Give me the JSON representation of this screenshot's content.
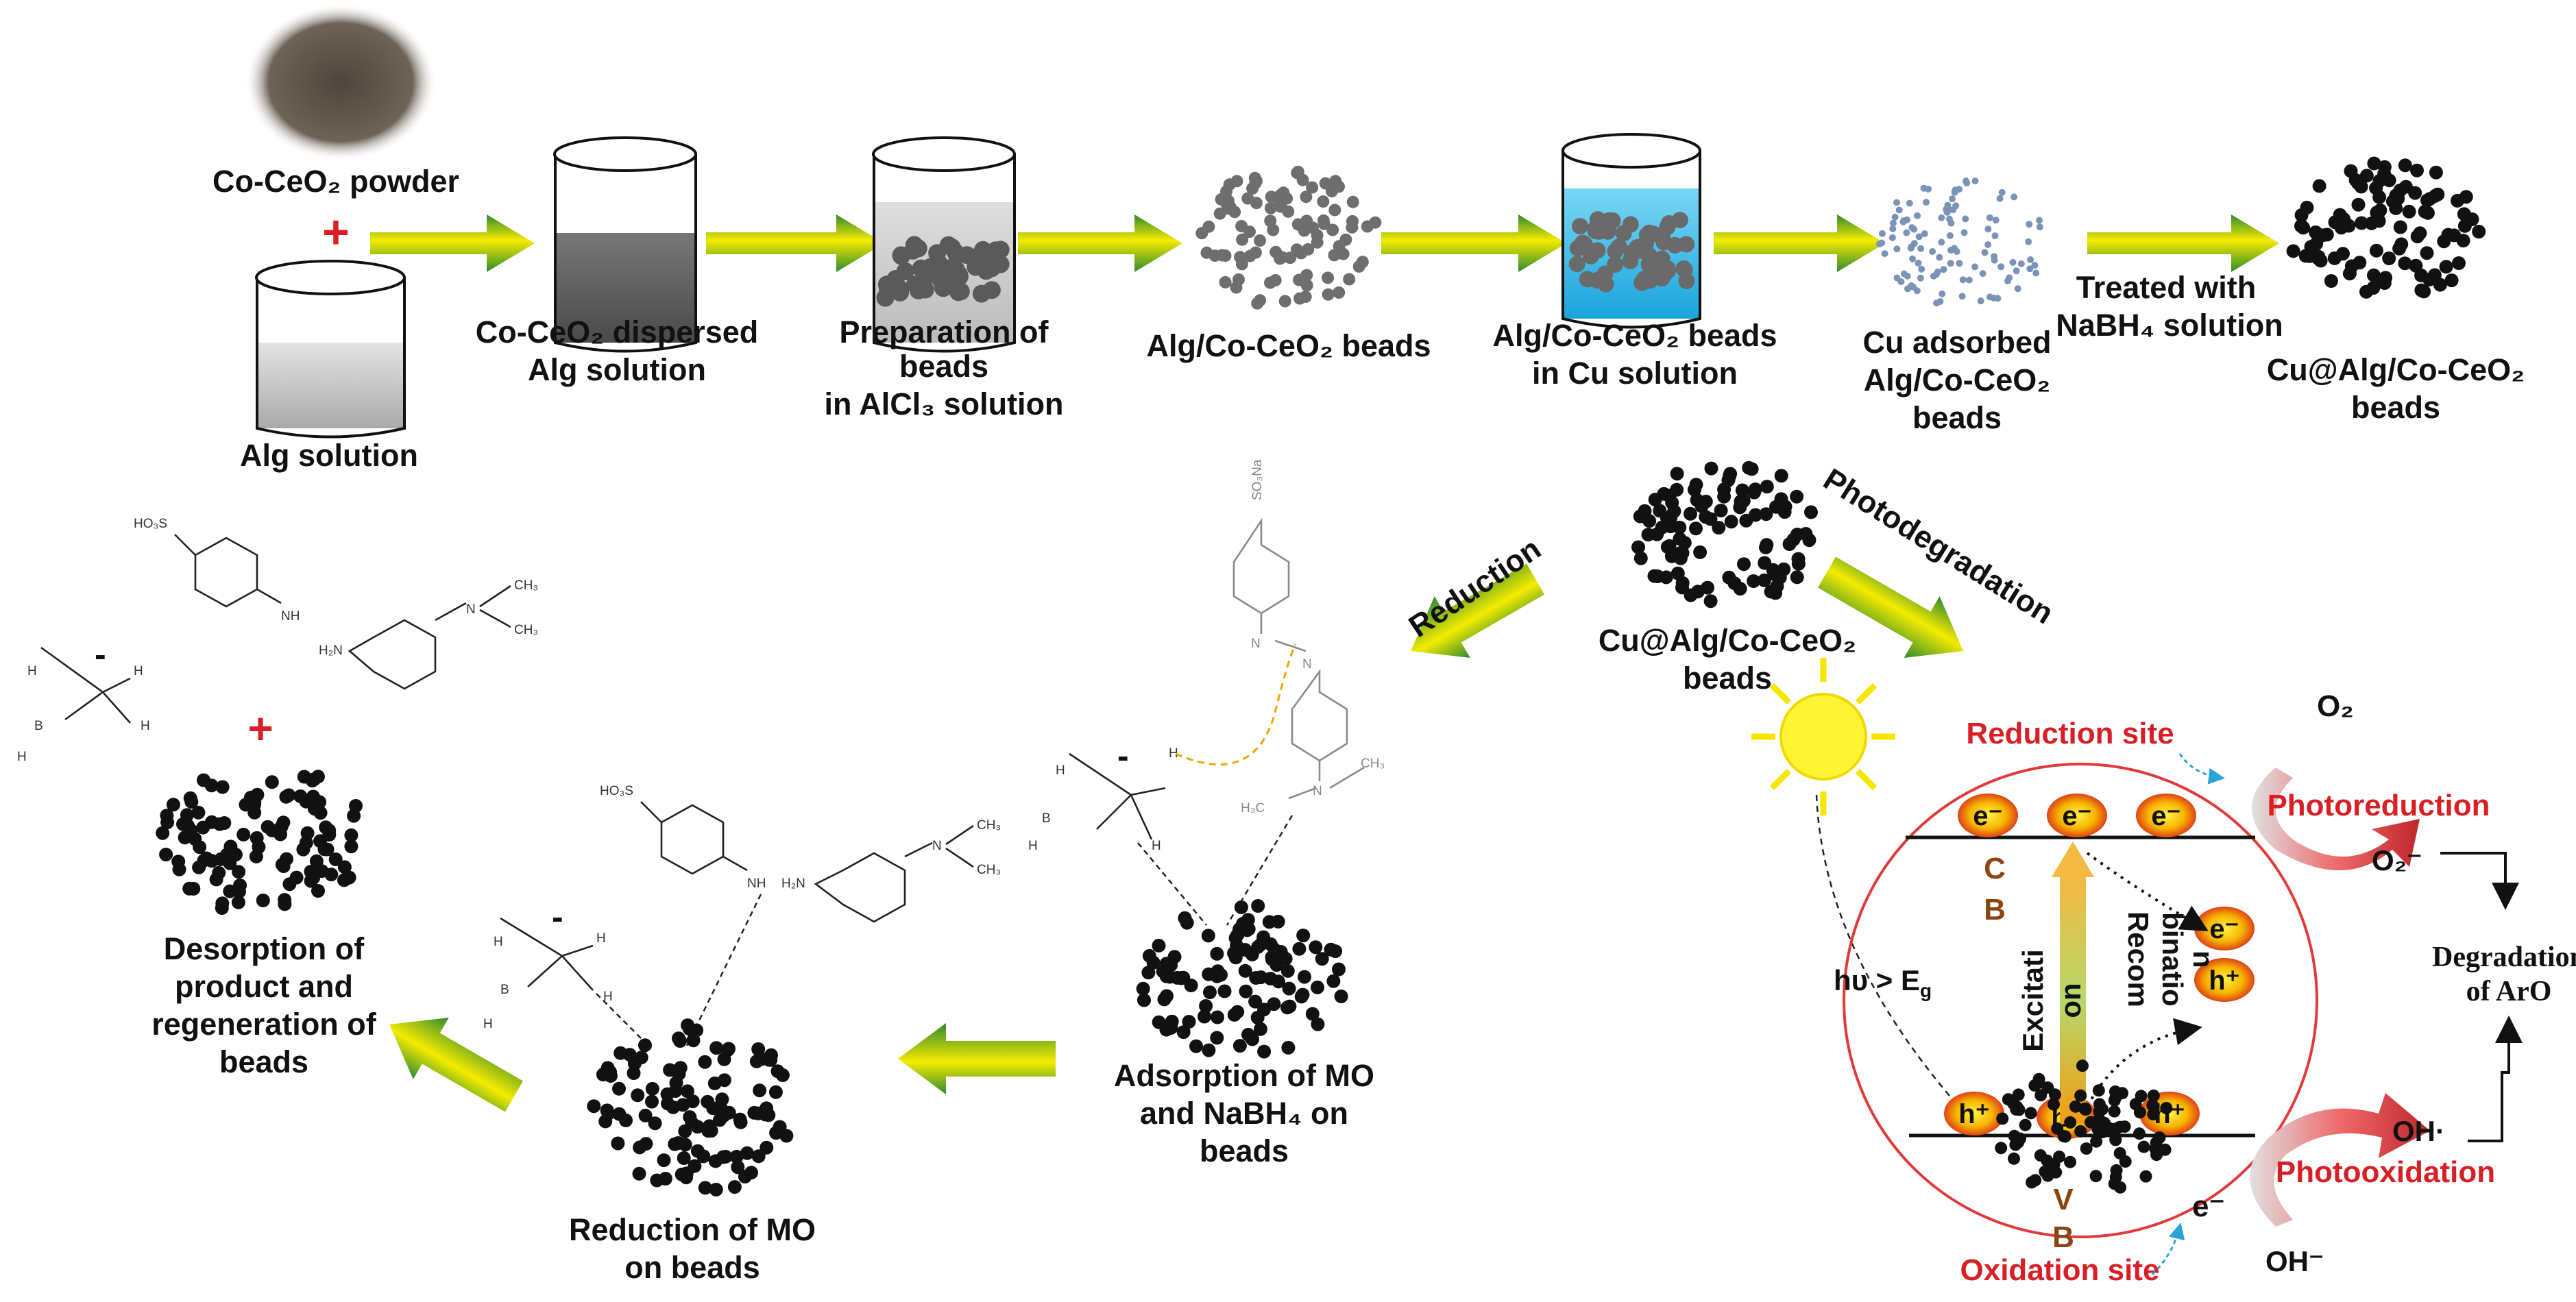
{
  "top_row": {
    "powder": "Co-CeO₂ powder",
    "plus": "+",
    "alg_solution": "Alg solution",
    "dispersed": [
      "Co-CeO₂ dispersed",
      "Alg solution"
    ],
    "preparation": [
      "Preparation of",
      "beads",
      "in AlCl₃ solution"
    ],
    "alg_beads": "Alg/Co-CeO₂ beads",
    "in_cu": [
      "Alg/Co-CeO₂ beads",
      "in Cu solution"
    ],
    "cu_adsorbed": [
      "Cu adsorbed",
      "Alg/Co-CeO₂",
      "beads"
    ],
    "treated": [
      "Treated with",
      "NaBH₄ solution"
    ],
    "final": [
      "Cu@Alg/Co-CeO₂",
      "beads"
    ]
  },
  "center": {
    "catalyst": [
      "Cu@Alg/Co-CeO₂",
      "beads"
    ],
    "reduction_arrow": "Reduction",
    "photodeg_arrow": "Photodegradation"
  },
  "left_cycle": {
    "desorption": [
      "Desorption of",
      "product and",
      "regeneration of",
      "beads"
    ],
    "reduction_mo": [
      "Reduction of MO",
      "on beads"
    ],
    "adsorption": [
      "Adsorption of MO",
      "and NaBH₄ on",
      "beads"
    ],
    "plus": "+"
  },
  "chem_labels": {
    "so3h": "HO₃S",
    "so3na": "SO₃Na",
    "nh": "NH",
    "h2n": "H₂N",
    "n": "N",
    "ch3": "CH₃",
    "h3c": "H₃C",
    "h": "H",
    "b": "B",
    "minus": "-"
  },
  "photocatalysis": {
    "reduction_site": "Reduction site",
    "oxidation_site": "Oxidation site",
    "photoreduction": "Photoreduction",
    "photooxidation": "Photooxidation",
    "o2": "O₂",
    "o2_minus": "O₂⁻",
    "oh_radical": "OH·",
    "oh_minus": "OH⁻",
    "electron": "e⁻",
    "hole": "h⁺",
    "cb": [
      "C",
      "B"
    ],
    "vb": [
      "V",
      "B"
    ],
    "excitation": [
      "Excitati",
      "on"
    ],
    "recombination": [
      "Recom",
      "binatio",
      "n"
    ],
    "hv": "hυ > E",
    "hv_sub": "g",
    "degradation": [
      "Degradation",
      "of ArO"
    ]
  },
  "colors": {
    "arrow_yellow": "#f2e600",
    "arrow_green": "#2f8a2f",
    "red_label": "#d81f26",
    "band_label": "#8b4513",
    "circle": "#e23a3a",
    "water": "#32b7e8"
  }
}
